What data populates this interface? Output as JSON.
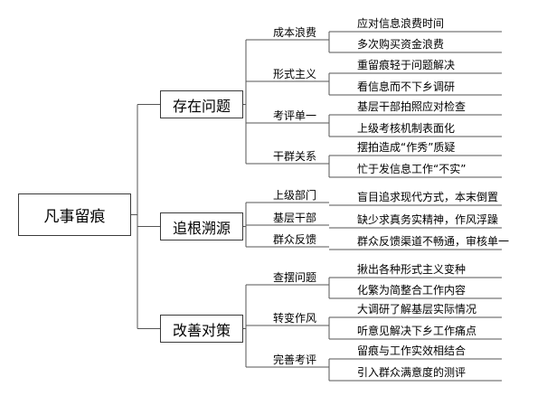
{
  "root": {
    "label": "凡事留痕"
  },
  "branches": [
    {
      "label": "存在问题",
      "groups": [
        {
          "label": "成本浪费",
          "items": [
            "应对信息浪费时间",
            "多次购买资金浪费"
          ]
        },
        {
          "label": "形式主义",
          "items": [
            "重留痕轻于问题解决",
            "看信息而不下乡调研"
          ]
        },
        {
          "label": "考评单一",
          "items": [
            "基层干部拍照应对检查",
            "上级考核机制表面化"
          ]
        },
        {
          "label": "干群关系",
          "items": [
            "摆拍造成“作秀”质疑",
            "忙于发信息工作“不实”"
          ]
        }
      ]
    },
    {
      "label": "追根溯源",
      "groups": [
        {
          "label": "上级部门",
          "items": [
            "盲目追求现代方式，本末倒置"
          ]
        },
        {
          "label": "基层干部",
          "items": [
            "缺少求真务实精神，作风浮躁"
          ]
        },
        {
          "label": "群众反馈",
          "items": [
            "群众反馈渠道不畅通，审核单一"
          ]
        }
      ]
    },
    {
      "label": "改善对策",
      "groups": [
        {
          "label": "查摆问题",
          "items": [
            "揪出各种形式主义变种",
            "化繁为简整合工作内容"
          ]
        },
        {
          "label": "转变作风",
          "items": [
            "大调研了解基层实际情况",
            "听意见解决下乡工作痛点"
          ]
        },
        {
          "label": "完善考评",
          "items": [
            "留痕与工作实效相结合",
            "引入群众满意度的测评"
          ]
        }
      ]
    }
  ]
}
